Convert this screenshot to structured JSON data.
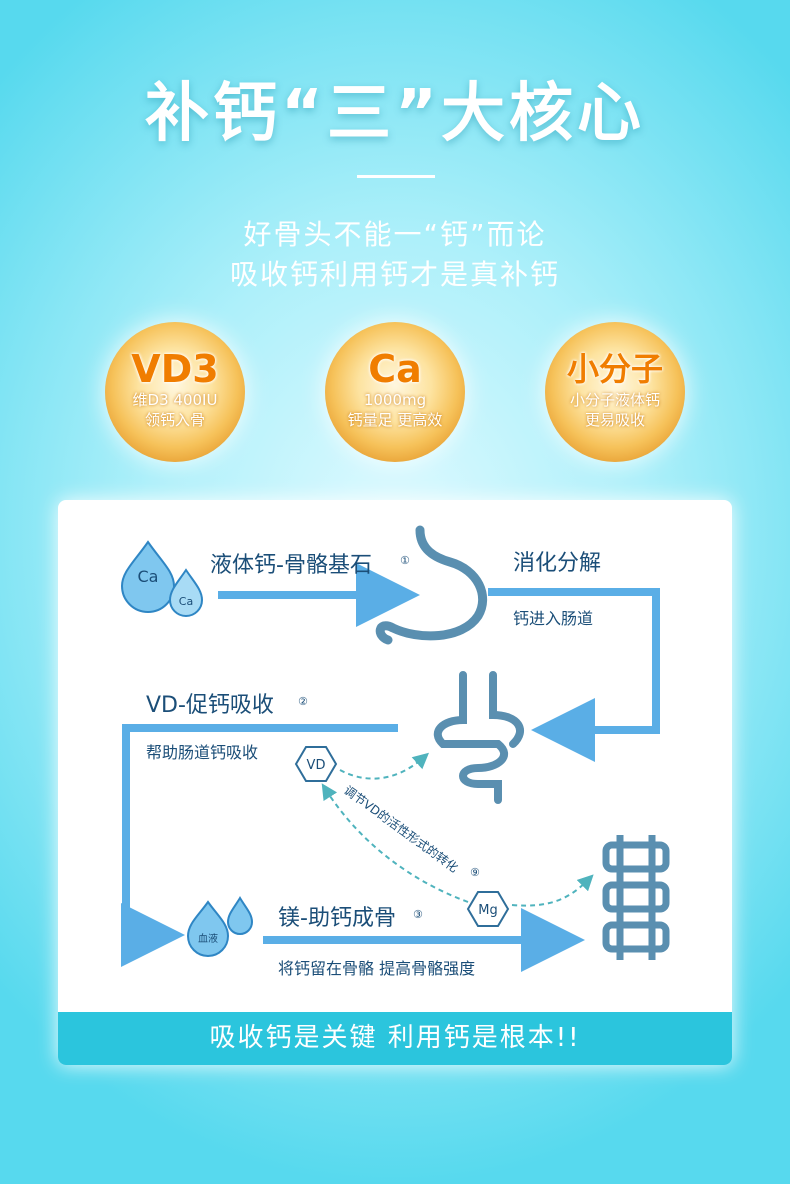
{
  "header": {
    "title": "补钙“三”大核心",
    "subtitle_line1": "好骨头不能一“钙”而论",
    "subtitle_line2": "吸收钙利用钙才是真补钙"
  },
  "badges": [
    {
      "big": "VD3",
      "line1": "维D3 400IU",
      "line2": "领钙入骨"
    },
    {
      "big": "Ca",
      "line1": "1000mg",
      "line2": "钙量足 更高效"
    },
    {
      "big": "小分子",
      "line1": "小分子液体钙",
      "line2": "更易吸收"
    }
  ],
  "diagram": {
    "ca_big": "Ca",
    "ca_small": "Ca",
    "step1": "液体钙-骨骼基石",
    "step1_num": "①",
    "digest_title": "消化分解",
    "digest_desc": "钙进入肠道",
    "step2": "VD-促钙吸收",
    "step2_num": "②",
    "step2_desc": "帮助肠道钙吸收",
    "vd": "VD",
    "mg": "Mg",
    "convert": "调节VD的活性形式的转化",
    "convert_num": "⑨",
    "blood": "血液",
    "step3": "镁-助钙成骨",
    "step3_num": "③",
    "step3_desc": "将钙留在骨骼 提高骨骼强度"
  },
  "footer": {
    "text": "吸收钙是关键  利用钙是根本!!"
  },
  "colors": {
    "arrow": "#5aaee6",
    "text": "#1b4e78",
    "accent": "#2bc5dd",
    "badge": "#f07d00"
  }
}
